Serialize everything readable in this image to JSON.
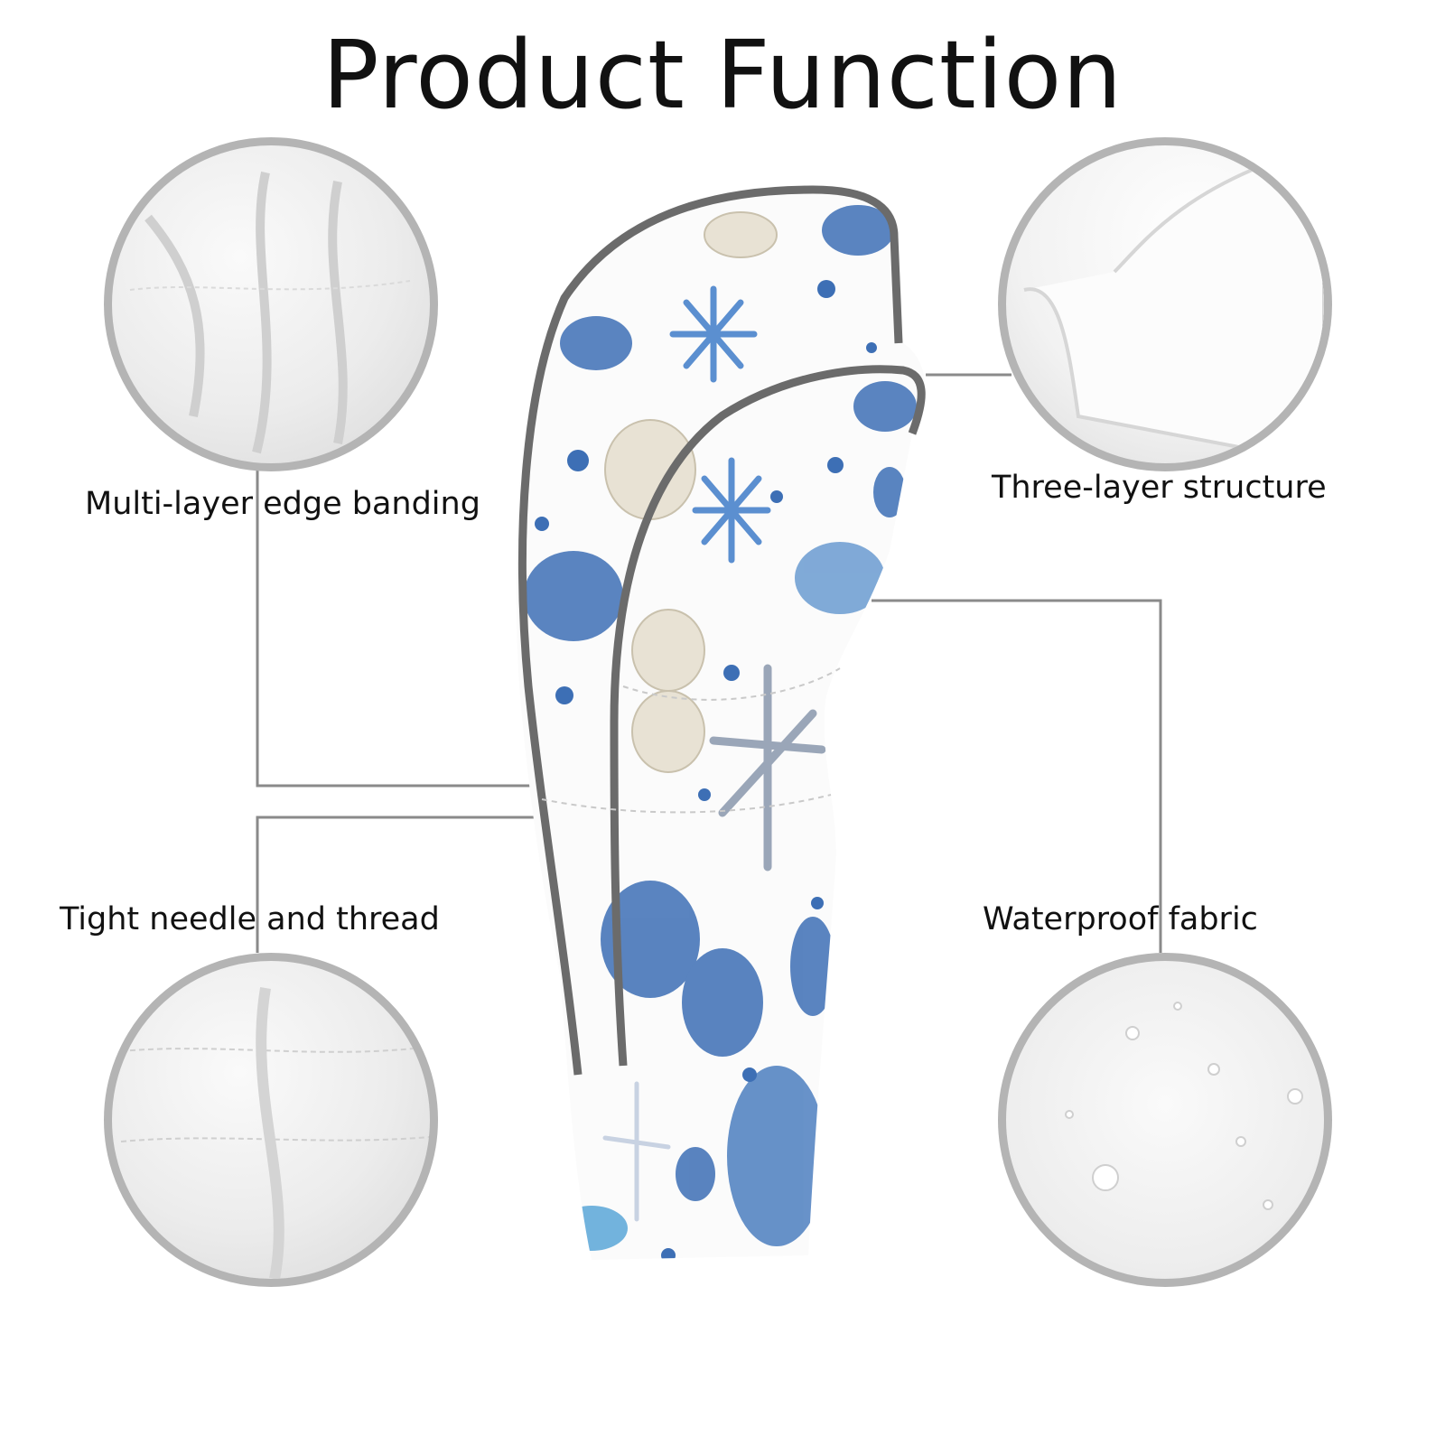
{
  "title": "Product Function",
  "features": [
    {
      "label": "Multi-layer edge banding",
      "icon": "fabric-fold-closeup"
    },
    {
      "label": "Three-layer structure",
      "icon": "layer-edge-closeup"
    },
    {
      "label": "Tight needle and thread",
      "icon": "stitching-closeup"
    },
    {
      "label": "Waterproof fabric",
      "icon": "water-droplets-closeup"
    }
  ],
  "colors": {
    "circle_border": "#b4b4b4",
    "leader_line": "#8a8a8a",
    "trim": "#6b6b6b",
    "pattern_blue": "#3d6fb5"
  }
}
